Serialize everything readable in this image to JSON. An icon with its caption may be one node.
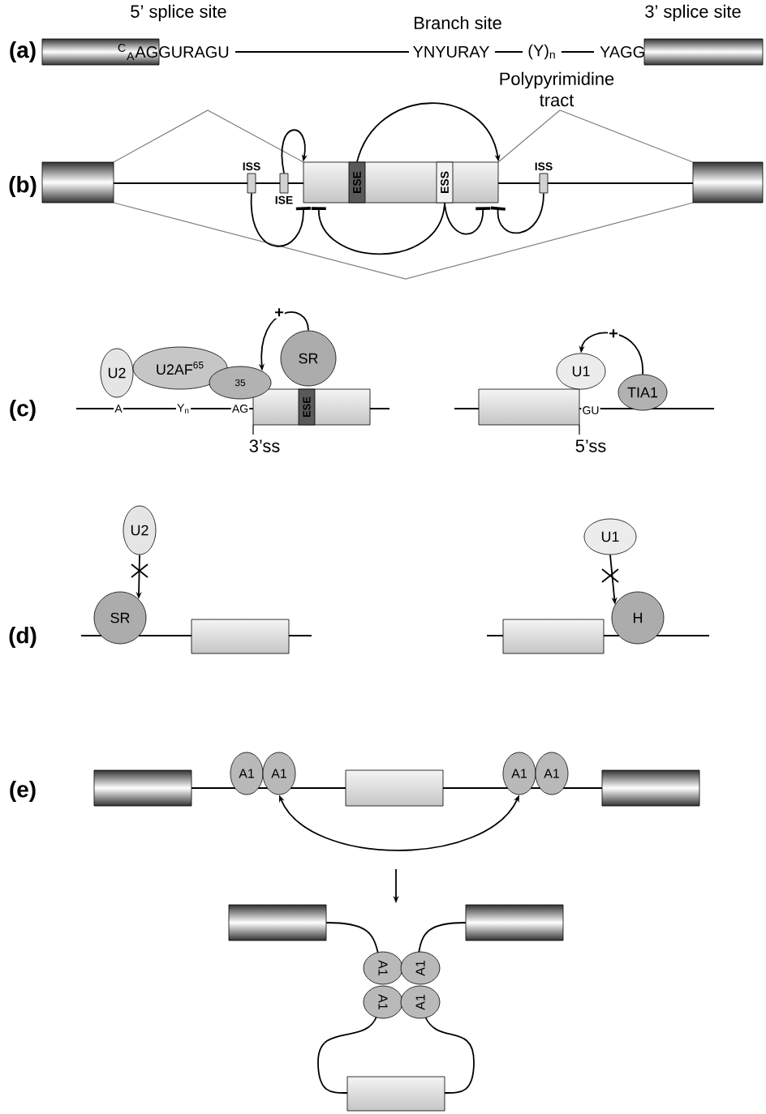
{
  "diagram": {
    "nodes": [
      {
        "text": [],
        "shape": "box"
      },
      {
        "text": [
          "ISS"
        ]
      },
      {
        "text": [
          "ISE"
        ]
      },
      {
        "text": [
          "ESE"
        ],
        "in": 0
      },
      {
        "text": [
          "ESS"
        ],
        "in": 0
      },
      {
        "text": [
          "ISS"
        ]
      },
      {
        "text": [
          "U2"
        ]
      },
      {
        "text": [
          "U2AF$^{65}$"
        ]
      },
      {
        "text": [
          "35"
        ]
      },
      {
        "text": [
          "SR"
        ]
      },
      {
        "text": [],
        "shape": "box"
      },
      {
        "text": [
          "ESE"
        ],
        "in": 10
      },
      {
        "text": [
          "U1"
        ]
      },
      {
        "text": [
          "TIA1"
        ]
      },
      {
        "text": [
          "U2"
        ]
      },
      {
        "text": [
          "SR"
        ]
      },
      {
        "text": [
          "U1"
        ]
      },
      {
        "text": [
          "H"
        ]
      },
      {
        "text": [
          "A1"
        ]
      },
      {
        "text": [
          "A1"
        ]
      },
      {
        "text": [
          "A1"
        ]
      },
      {
        "text": [
          "A1"
        ]
      },
      {
        "text": [
          "A1"
        ]
      },
      {
        "text": [
          "A1"
        ]
      },
      {
        "text": [
          "A1"
        ]
      },
      {
        "text": [
          "A1"
        ]
      }
    ],
    "edges": [
      {
        "from": 2,
        "to": 0,
        "arrow": "to"
      },
      {
        "from": 3,
        "to": 0,
        "arrow": "to"
      },
      {
        "from": 1,
        "to": 0,
        "arrow": "other"
      },
      {
        "from": 4,
        "to": 0,
        "arrow": "other"
      },
      {
        "from": 4,
        "to": 0,
        "arrow": "other"
      },
      {
        "from": 5,
        "to": 0,
        "arrow": "other"
      },
      {
        "from": 9,
        "to": 8,
        "arrow": "to",
        "label": "+"
      },
      {
        "from": 13,
        "to": 12,
        "arrow": "to",
        "label": "+"
      },
      {
        "from": 14,
        "to": 15,
        "arrow": "to"
      },
      {
        "from": 16,
        "to": 17,
        "arrow": "to"
      },
      {
        "from": 19,
        "to": 20,
        "arrow": "both"
      }
    ],
    "labels": [
      "5’ splice site",
      "Branch site",
      "3’ splice site",
      "(a)",
      "$^{C}$$_{A}$AGGURAGU",
      "YNYURAY",
      "(Y)$_{n}$",
      "YAGG",
      "Polypyrimidine tract",
      "(b)",
      "(c)",
      "A",
      "Y$_{n}$",
      "AG",
      "3’ss",
      "GU",
      "5’ss",
      "(d)",
      "(e)"
    ]
  }
}
